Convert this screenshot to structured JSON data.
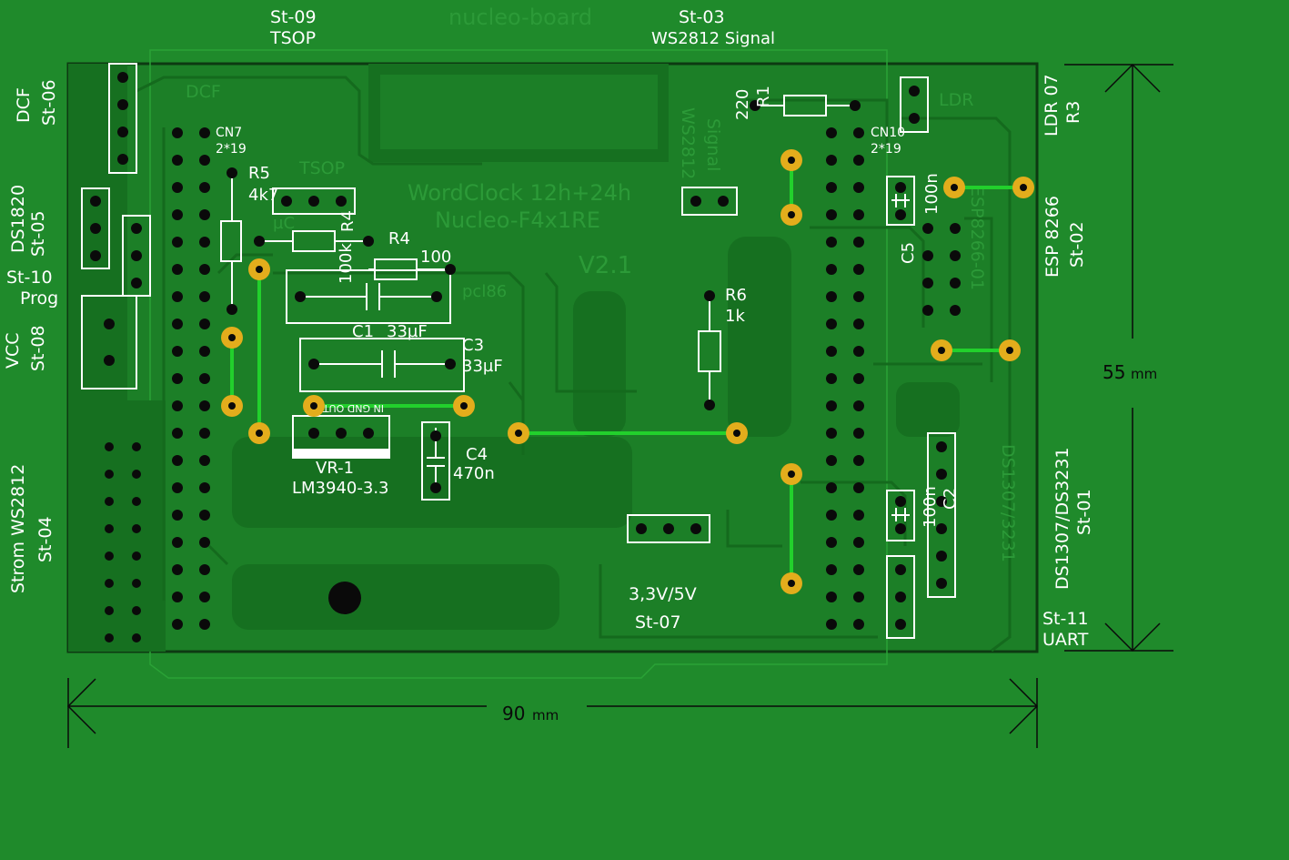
{
  "colors": {
    "background": "#1f8a2b",
    "board": "#1c7f27",
    "copper_dark": "#167020",
    "silk": "#ffffff",
    "ghost_text": "#2c9a38",
    "pad_gold": "#e3ad1c",
    "trace_bright": "#22d02c",
    "hole": "#0a0a0a"
  },
  "board_text": {
    "header_left": "nucleo-board",
    "title_line1": "WordClock 12h+24h",
    "title_line2": "Nucleo-F4x1RE",
    "version": "V2.1",
    "dcf_label": "DCF",
    "tsop_label": "TSOP",
    "uc_label": "µC",
    "pcl86_label": "pcl86",
    "ldr_label": "LDR",
    "ws2812_label": "WS2812",
    "signal_label": "Signal",
    "esp_label": "ESP8266-01",
    "ds_label": "DS1307/3231",
    "cn7_name": "CN7",
    "cn7_pins": "2*19",
    "cn10_name": "CN10",
    "cn10_pins": "2*19"
  },
  "connectors": {
    "st09_id": "St-09",
    "st09_name": "TSOP",
    "st03_id": "St-03",
    "st03_name": "WS2812 Signal",
    "st06_id": "St-06",
    "st06_name": "DCF",
    "st05_id": "St-05",
    "st05_name": "DS1820",
    "st10_id": "St-10",
    "st10_name": "Prog",
    "st08_id": "St-08",
    "st08_name": "VCC",
    "st04_id": "St-04",
    "st04_name": "Strom WS2812",
    "st07_id": "St-07",
    "st07_name": "3,3V/5V",
    "st11_id": "St-11",
    "st11_name": "UART",
    "ldr07_id": "LDR 07",
    "r3_id": "R3",
    "esp_id": "St-02",
    "esp_name": "ESP 8266",
    "ds_id": "St-01",
    "ds_name": "DS1307/DS3231"
  },
  "components": {
    "r5_name": "R5",
    "r5_value": "4k7",
    "r4_name": "R4",
    "r4_value": "100",
    "r4_vert_label": "R4",
    "r4_vert_value": "100k",
    "c1_name": "C1",
    "c1_value": "33µF",
    "c3_name": "C3",
    "c3_value": "33µF",
    "c4_name": "C4",
    "c4_value": "470n",
    "vr_name": "VR-1",
    "vr_value": "LM3940-3.3",
    "vr_pins": "IN GND OUT",
    "r6_name": "R6",
    "r6_value": "1k",
    "r1_name": "R1",
    "r1_value": "220",
    "c5_name": "C5",
    "c5_value": "100n",
    "c2_name": "C2",
    "c2_value": "100n"
  },
  "dimensions": {
    "width_value": "90",
    "width_unit": "mm",
    "height_value": "55",
    "height_unit": "mm"
  }
}
